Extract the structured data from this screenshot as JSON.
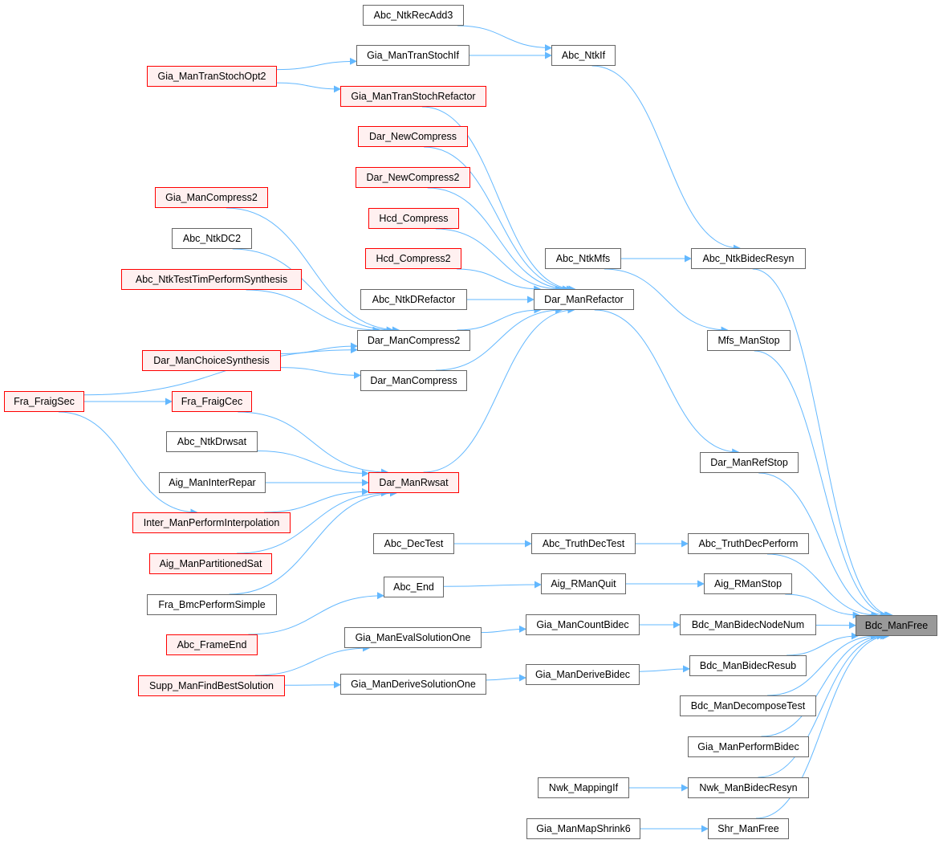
{
  "graph": {
    "title": "Bdc_ManFree caller graph",
    "colors": {
      "edge": "#63b8ff",
      "truncated_border": "#ff0000",
      "truncated_fill": "#fff0f0",
      "root_fill": "#999999",
      "node_border": "#666666"
    },
    "nodes": [
      {
        "id": "n1",
        "label": "Abc_NtkRecAdd3",
        "style": "normal"
      },
      {
        "id": "n2",
        "label": "Abc_NtkIf",
        "style": "normal"
      },
      {
        "id": "n3",
        "label": "Gia_ManTranStochIf",
        "style": "normal"
      },
      {
        "id": "n4",
        "label": "Gia_ManTranStochOpt2",
        "style": "truncated"
      },
      {
        "id": "n5",
        "label": "Gia_ManTranStochRefactor",
        "style": "truncated"
      },
      {
        "id": "n6",
        "label": "Dar_NewCompress",
        "style": "truncated"
      },
      {
        "id": "n7",
        "label": "Dar_NewCompress2",
        "style": "truncated"
      },
      {
        "id": "n8",
        "label": "Gia_ManCompress2",
        "style": "truncated"
      },
      {
        "id": "n9",
        "label": "Hcd_Compress",
        "style": "truncated"
      },
      {
        "id": "n10",
        "label": "Abc_NtkDC2",
        "style": "normal"
      },
      {
        "id": "n11",
        "label": "Abc_NtkMfs",
        "style": "normal"
      },
      {
        "id": "n12",
        "label": "Abc_NtkBidecResyn",
        "style": "normal"
      },
      {
        "id": "n13",
        "label": "Hcd_Compress2",
        "style": "truncated"
      },
      {
        "id": "n14",
        "label": "Abc_NtkTestTimPerformSynthesis",
        "style": "truncated"
      },
      {
        "id": "n15",
        "label": "Abc_NtkDRefactor",
        "style": "normal"
      },
      {
        "id": "n16",
        "label": "Dar_ManRefactor",
        "style": "normal"
      },
      {
        "id": "n17",
        "label": "Dar_ManCompress2",
        "style": "normal"
      },
      {
        "id": "n18",
        "label": "Mfs_ManStop",
        "style": "normal"
      },
      {
        "id": "n19",
        "label": "Dar_ManChoiceSynthesis",
        "style": "truncated"
      },
      {
        "id": "n20",
        "label": "Dar_ManCompress",
        "style": "normal"
      },
      {
        "id": "n21",
        "label": "Fra_FraigSec",
        "style": "truncated"
      },
      {
        "id": "n22",
        "label": "Fra_FraigCec",
        "style": "truncated"
      },
      {
        "id": "n23",
        "label": "Abc_NtkDrwsat",
        "style": "normal"
      },
      {
        "id": "n24",
        "label": "Dar_ManRefStop",
        "style": "normal"
      },
      {
        "id": "n25",
        "label": "Aig_ManInterRepar",
        "style": "normal"
      },
      {
        "id": "n26",
        "label": "Dar_ManRwsat",
        "style": "truncated"
      },
      {
        "id": "n27",
        "label": "Inter_ManPerformInterpolation",
        "style": "truncated"
      },
      {
        "id": "n28",
        "label": "Abc_DecTest",
        "style": "normal"
      },
      {
        "id": "n29",
        "label": "Abc_TruthDecTest",
        "style": "normal"
      },
      {
        "id": "n30",
        "label": "Abc_TruthDecPerform",
        "style": "normal"
      },
      {
        "id": "n31",
        "label": "Aig_ManPartitionedSat",
        "style": "truncated"
      },
      {
        "id": "n32",
        "label": "Abc_End",
        "style": "normal"
      },
      {
        "id": "n33",
        "label": "Aig_RManQuit",
        "style": "normal"
      },
      {
        "id": "n34",
        "label": "Aig_RManStop",
        "style": "normal"
      },
      {
        "id": "n35",
        "label": "Fra_BmcPerformSimple",
        "style": "normal"
      },
      {
        "id": "n36",
        "label": "Gia_ManCountBidec",
        "style": "normal"
      },
      {
        "id": "n37",
        "label": "Bdc_ManBidecNodeNum",
        "style": "normal"
      },
      {
        "id": "n38",
        "label": "Bdc_ManFree",
        "style": "root"
      },
      {
        "id": "n39",
        "label": "Abc_FrameEnd",
        "style": "truncated"
      },
      {
        "id": "n40",
        "label": "Gia_ManEvalSolutionOne",
        "style": "normal"
      },
      {
        "id": "n41",
        "label": "Bdc_ManBidecResub",
        "style": "normal"
      },
      {
        "id": "n42",
        "label": "Supp_ManFindBestSolution",
        "style": "truncated"
      },
      {
        "id": "n43",
        "label": "Gia_ManDeriveSolutionOne",
        "style": "normal"
      },
      {
        "id": "n44",
        "label": "Gia_ManDeriveBidec",
        "style": "normal"
      },
      {
        "id": "n45",
        "label": "Bdc_ManDecomposeTest",
        "style": "normal"
      },
      {
        "id": "n46",
        "label": "Gia_ManPerformBidec",
        "style": "normal"
      },
      {
        "id": "n47",
        "label": "Nwk_MappingIf",
        "style": "normal"
      },
      {
        "id": "n48",
        "label": "Nwk_ManBidecResyn",
        "style": "normal"
      },
      {
        "id": "n49",
        "label": "Gia_ManMapShrink6",
        "style": "normal"
      },
      {
        "id": "n50",
        "label": "Shr_ManFree",
        "style": "normal"
      }
    ],
    "edges": [
      [
        "n1",
        "n2"
      ],
      [
        "n3",
        "n2"
      ],
      [
        "n4",
        "n3"
      ],
      [
        "n4",
        "n5"
      ],
      [
        "n2",
        "n12"
      ],
      [
        "n5",
        "n16"
      ],
      [
        "n6",
        "n16"
      ],
      [
        "n7",
        "n16"
      ],
      [
        "n9",
        "n16"
      ],
      [
        "n13",
        "n16"
      ],
      [
        "n15",
        "n16"
      ],
      [
        "n17",
        "n16"
      ],
      [
        "n20",
        "n16"
      ],
      [
        "n26",
        "n16"
      ],
      [
        "n8",
        "n17"
      ],
      [
        "n10",
        "n17"
      ],
      [
        "n14",
        "n17"
      ],
      [
        "n21",
        "n17"
      ],
      [
        "n19",
        "n17"
      ],
      [
        "n19",
        "n20"
      ],
      [
        "n21",
        "n22"
      ],
      [
        "n21",
        "n27"
      ],
      [
        "n22",
        "n26"
      ],
      [
        "n23",
        "n26"
      ],
      [
        "n25",
        "n26"
      ],
      [
        "n27",
        "n26"
      ],
      [
        "n31",
        "n26"
      ],
      [
        "n35",
        "n26"
      ],
      [
        "n11",
        "n12"
      ],
      [
        "n11",
        "n18"
      ],
      [
        "n16",
        "n24"
      ],
      [
        "n12",
        "n38"
      ],
      [
        "n18",
        "n38"
      ],
      [
        "n24",
        "n38"
      ],
      [
        "n28",
        "n29"
      ],
      [
        "n29",
        "n30"
      ],
      [
        "n30",
        "n38"
      ],
      [
        "n39",
        "n32"
      ],
      [
        "n32",
        "n33"
      ],
      [
        "n33",
        "n34"
      ],
      [
        "n34",
        "n38"
      ],
      [
        "n42",
        "n40"
      ],
      [
        "n40",
        "n36"
      ],
      [
        "n36",
        "n37"
      ],
      [
        "n37",
        "n38"
      ],
      [
        "n42",
        "n43"
      ],
      [
        "n43",
        "n44"
      ],
      [
        "n44",
        "n41"
      ],
      [
        "n41",
        "n38"
      ],
      [
        "n45",
        "n38"
      ],
      [
        "n46",
        "n38"
      ],
      [
        "n47",
        "n48"
      ],
      [
        "n48",
        "n38"
      ],
      [
        "n49",
        "n50"
      ],
      [
        "n50",
        "n38"
      ]
    ]
  }
}
